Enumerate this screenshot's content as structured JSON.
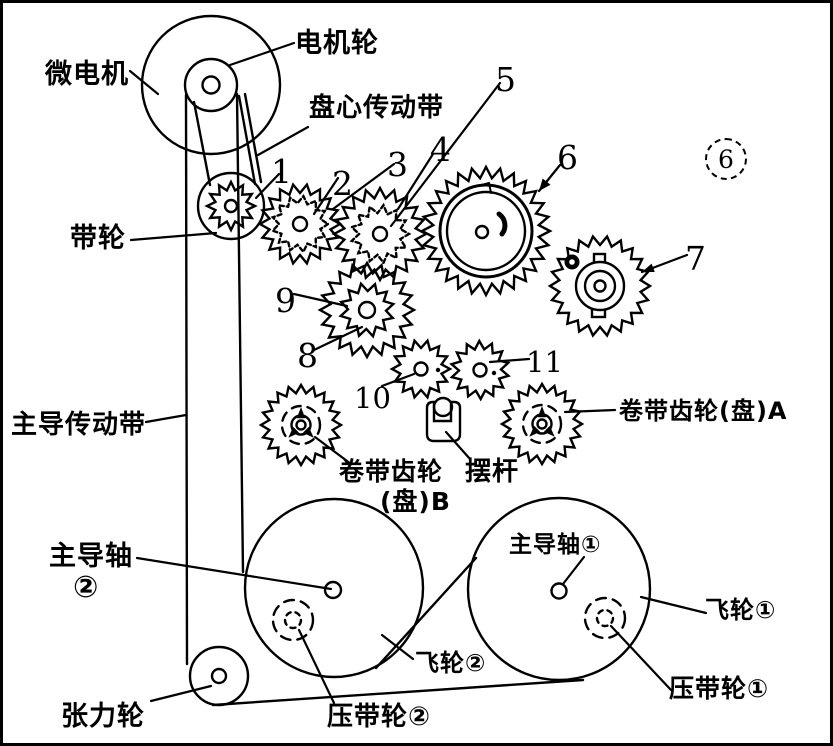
{
  "figure": {
    "fig_number": "6",
    "labels": {
      "motor": "微电机",
      "motor_wheel": "电机轮",
      "disc_belt": "盘心传动带",
      "belt_pulley": "带轮",
      "main_belt": "主导传动带",
      "reel_gear_a": "卷带齿轮(盘)A",
      "reel_gear_b_line1": "卷带齿轮",
      "reel_gear_b_line2": "(盘)B",
      "swing_lever": "摆杆",
      "capstan_2_line1": "主导轴",
      "capstan_2_line2": "②",
      "capstan_1": "主导轴①",
      "flywheel_2": "飞轮②",
      "flywheel_1": "飞轮①",
      "pinch_roller_2": "压带轮②",
      "pinch_roller_1": "压带轮①",
      "tension_wheel": "张力轮"
    },
    "part_numbers": {
      "n1": "1",
      "n2": "2",
      "n3": "3",
      "n4": "4",
      "n5": "5",
      "n6": "6",
      "n7": "7",
      "n8": "8",
      "n9": "9",
      "n10": "10",
      "n11": "11"
    },
    "ink_color": "#000000",
    "paper_color": "#ffffff"
  }
}
